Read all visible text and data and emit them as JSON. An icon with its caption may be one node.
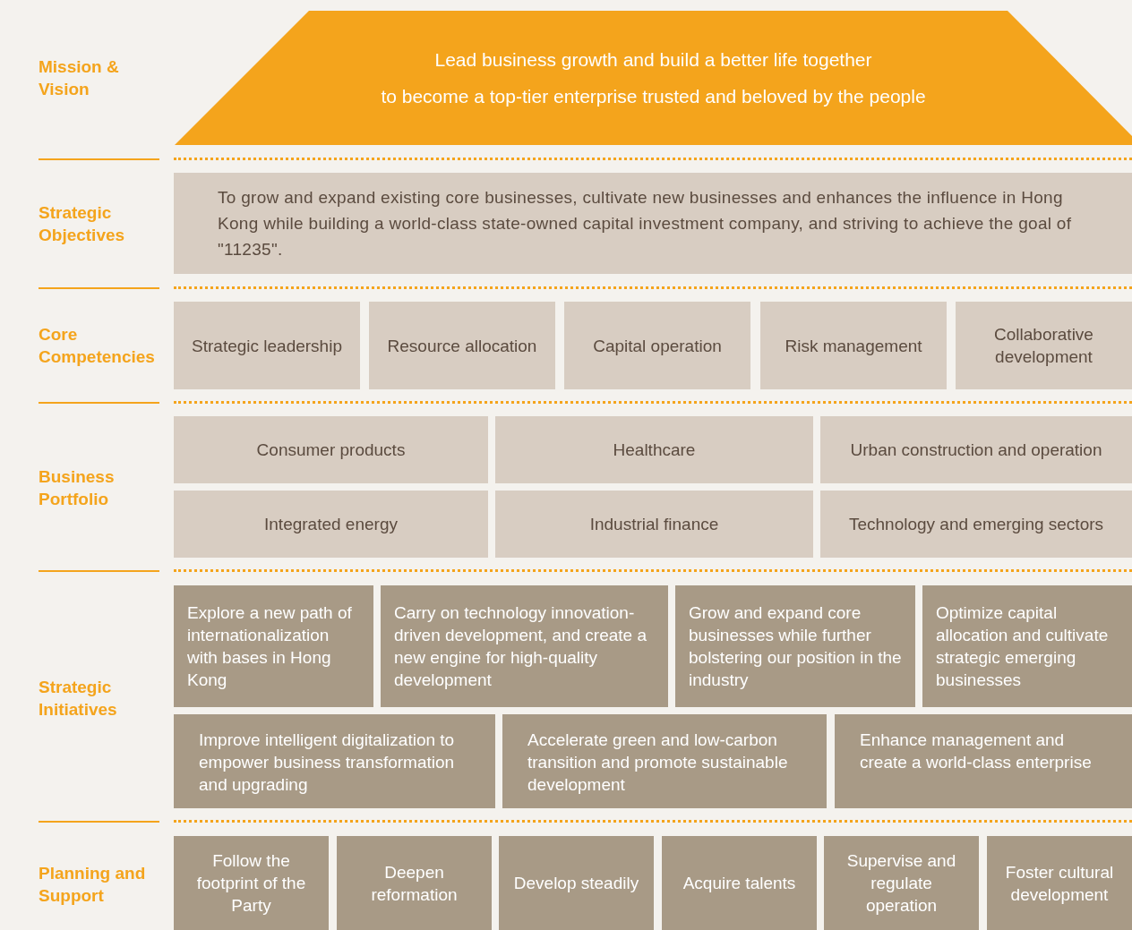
{
  "diagram": {
    "nodes": [
      {
        "text": [
          "Lead business growth and build a better life together",
          "to become a top-tier enterprise trusted and beloved by the people"
        ]
      },
      {
        "text": [
          "To grow and expand existing core businesses, cultivate new businesses and enhances the influence in Hong Kong while building a world-class state-owned capital investment company, and striving to achieve the goal of \"11235\"."
        ]
      },
      {
        "text": [
          "Strategic leadership"
        ]
      },
      {
        "text": [
          "Resource allocation"
        ]
      },
      {
        "text": [
          "Capital operation"
        ]
      },
      {
        "text": [
          "Risk management"
        ]
      },
      {
        "text": [
          "Collaborative development"
        ]
      },
      {
        "text": [
          "Consumer products"
        ]
      },
      {
        "text": [
          "Healthcare"
        ]
      },
      {
        "text": [
          "Urban construction and operation"
        ]
      },
      {
        "text": [
          "Integrated energy"
        ]
      },
      {
        "text": [
          "Industrial finance"
        ]
      },
      {
        "text": [
          "Technology and emerging sectors"
        ]
      },
      {
        "text": [
          "Explore a new path of internationalization with bases in Hong Kong"
        ]
      },
      {
        "text": [
          "Carry on technology innovation-driven development, and create a new engine for high-quality development"
        ]
      },
      {
        "text": [
          "Grow and expand core businesses while further bolstering our position in the industry"
        ]
      },
      {
        "text": [
          "Optimize capital allocation and cultivate strategic emerging businesses"
        ]
      },
      {
        "text": [
          "Improve intelligent digitalization to empower business transformation and upgrading"
        ]
      },
      {
        "text": [
          "Accelerate green and low-carbon transition and promote sustainable development"
        ]
      },
      {
        "text": [
          "Enhance management and create a world-class enterprise"
        ]
      },
      {
        "text": [
          "Follow the footprint of the Party"
        ]
      },
      {
        "text": [
          "Deepen reformation"
        ]
      },
      {
        "text": [
          "Develop steadily"
        ]
      },
      {
        "text": [
          "Acquire talents"
        ]
      },
      {
        "text": [
          "Supervise and regulate operation"
        ]
      },
      {
        "text": [
          "Foster cultural development"
        ]
      }
    ],
    "labels": [
      "Mission & Vision",
      "Strategic Objectives",
      "Core Competencies",
      "Business Portfolio",
      "Strategic Initiatives",
      "Planning and Support"
    ]
  }
}
